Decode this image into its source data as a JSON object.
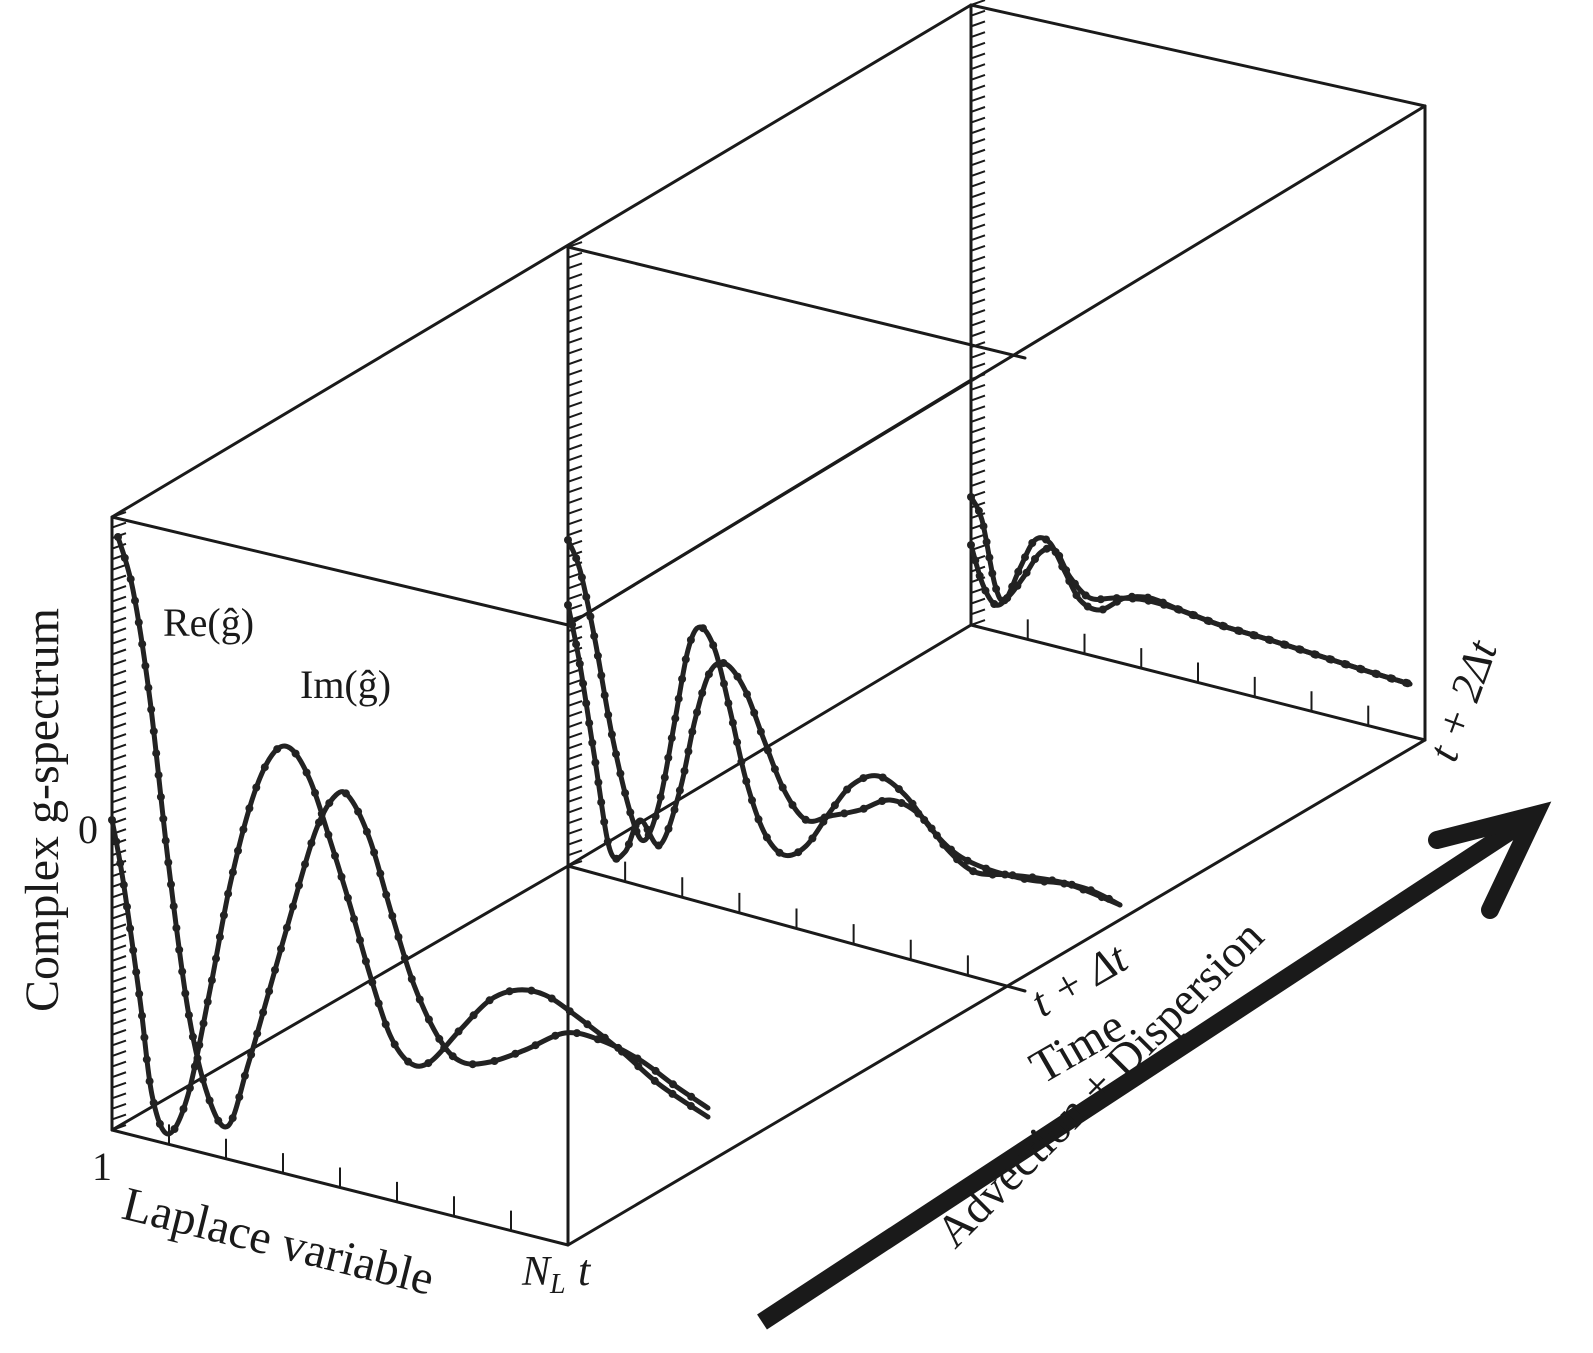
{
  "labels": {
    "y_axis": "Complex g-spectrum",
    "y_zero": "0",
    "x_axis": "Laplace variable",
    "x_start": "1",
    "x_end": "N",
    "x_end_sub": "L",
    "time_axis": "Time",
    "time_t0": "t",
    "time_t1": "t + Δt",
    "time_t2": "t + 2Δt",
    "arrow": "Advection + Dispersion"
  },
  "series_labels": {
    "re": "Re(ĝ)",
    "im": "Im(ĝ)"
  },
  "colors": {
    "ink": "#1a1a1a",
    "background": "#ffffff"
  }
}
